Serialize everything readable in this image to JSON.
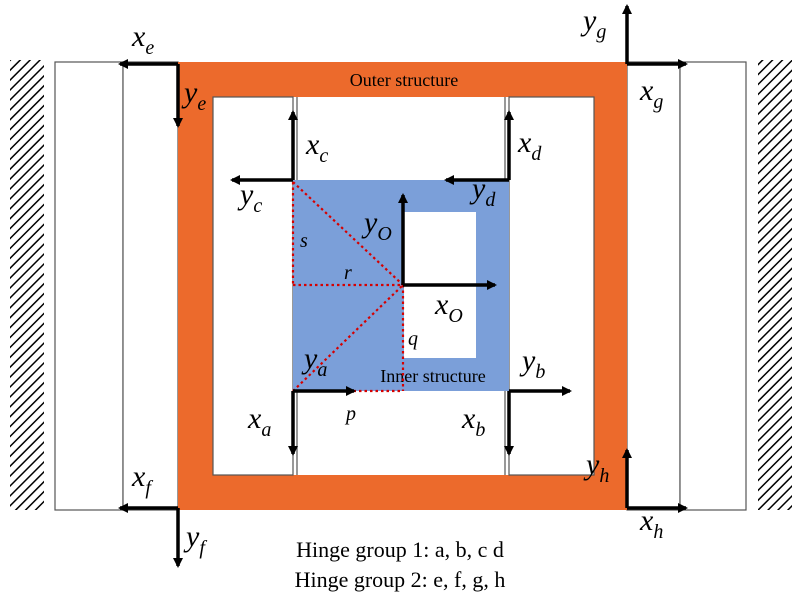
{
  "colors": {
    "outer": "#ec6a2c",
    "inner": "#7b9fd9",
    "frame_line": "#555555",
    "dim_line": "#d60000"
  },
  "labels": {
    "outer_structure": "Outer structure",
    "inner_structure": "Inner structure"
  },
  "axes": {
    "xe": {
      "base": "x",
      "sub": "e"
    },
    "ye": {
      "base": "y",
      "sub": "e"
    },
    "xf": {
      "base": "x",
      "sub": "f"
    },
    "yf": {
      "base": "y",
      "sub": "f"
    },
    "xg": {
      "base": "x",
      "sub": "g"
    },
    "yg": {
      "base": "y",
      "sub": "g"
    },
    "xh": {
      "base": "x",
      "sub": "h"
    },
    "yh": {
      "base": "y",
      "sub": "h"
    },
    "xc": {
      "base": "x",
      "sub": "c"
    },
    "yc": {
      "base": "y",
      "sub": "c"
    },
    "xd": {
      "base": "x",
      "sub": "d"
    },
    "yd": {
      "base": "y",
      "sub": "d"
    },
    "xa": {
      "base": "x",
      "sub": "a"
    },
    "ya": {
      "base": "y",
      "sub": "a"
    },
    "xb": {
      "base": "x",
      "sub": "b"
    },
    "yb": {
      "base": "y",
      "sub": "b"
    },
    "xo": {
      "base": "x",
      "sub": "O"
    },
    "yo": {
      "base": "y",
      "sub": "O"
    }
  },
  "dimensions": {
    "p": "p",
    "q": "q",
    "r": "r",
    "s": "s"
  },
  "caption": {
    "line1": "Hinge group 1: a, b, c d",
    "line2": "Hinge group 2: e, f, g, h"
  }
}
